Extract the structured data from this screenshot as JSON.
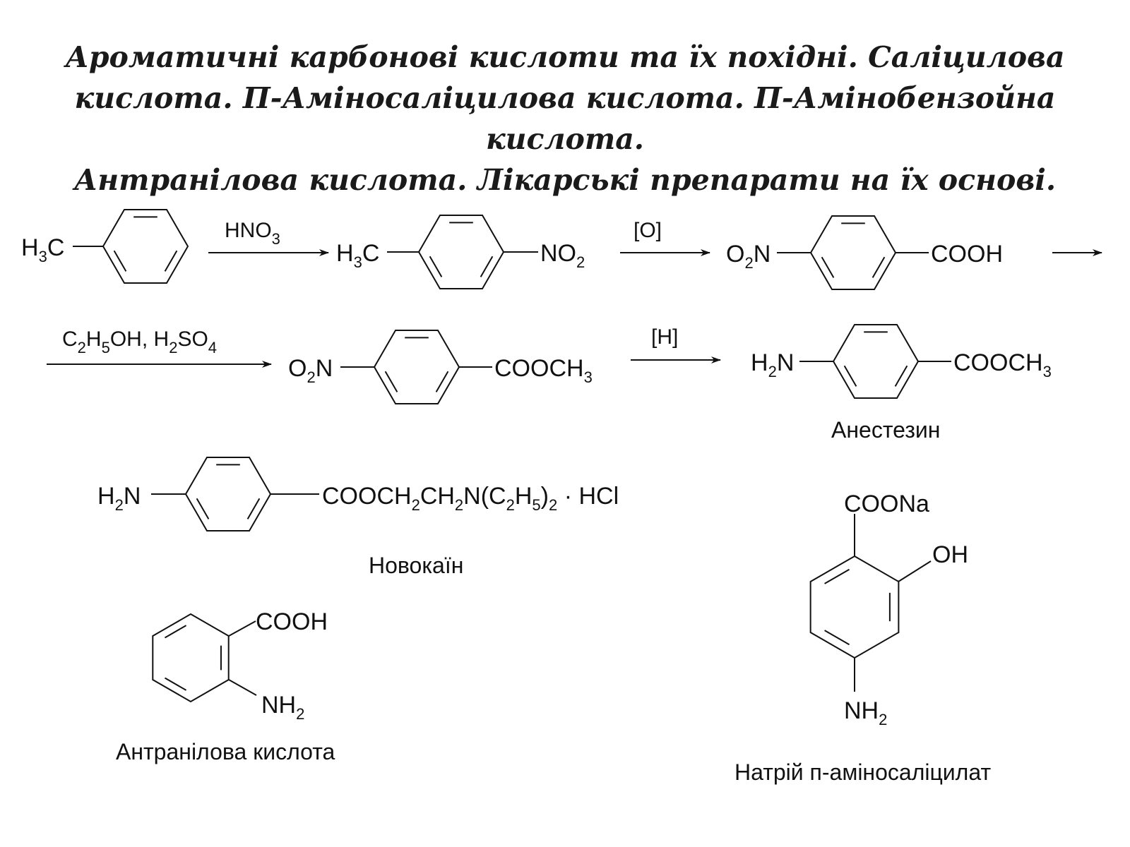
{
  "title": {
    "line1": "Ароматичні карбонові кислоти та їх похідні. Саліцилова",
    "line2": "кислота. П-Аміносаліцилова кислота. П-Амінобензойна кислота.",
    "line3": "Антранілова кислота. Лікарські препарати на їх основі."
  },
  "reagents": {
    "nitration": "HNO",
    "nitration_sub": "3",
    "oxidation": "[O]",
    "esterification_parts": [
      "C",
      "2",
      "H",
      "5",
      "OH, H",
      "2",
      "SO",
      "4"
    ],
    "reduction": "[H]"
  },
  "groups": {
    "methyl": [
      "H",
      "3",
      "C"
    ],
    "nitro_right": [
      "NO",
      "2"
    ],
    "nitro_left": [
      "O",
      "2",
      "N"
    ],
    "carboxyl": "COOH",
    "ester": [
      "COOCH",
      "3"
    ],
    "amino_left": [
      "H",
      "2",
      "N"
    ],
    "novocaine_chain": [
      "COOCH",
      "2",
      "CH",
      "2",
      "N(C",
      "2",
      "H",
      "5",
      ")",
      "2",
      " · HCl"
    ],
    "coona": "COONa",
    "hydroxyl": "OH",
    "amino_down": [
      "NH",
      "2"
    ]
  },
  "compound_names": {
    "anesthesin": "Анестезин",
    "novocaine": "Новокаїн",
    "anthranilic_acid": "Антранілова кислота",
    "sodium_pas": "Натрій п-аміносаліцилат"
  }
}
